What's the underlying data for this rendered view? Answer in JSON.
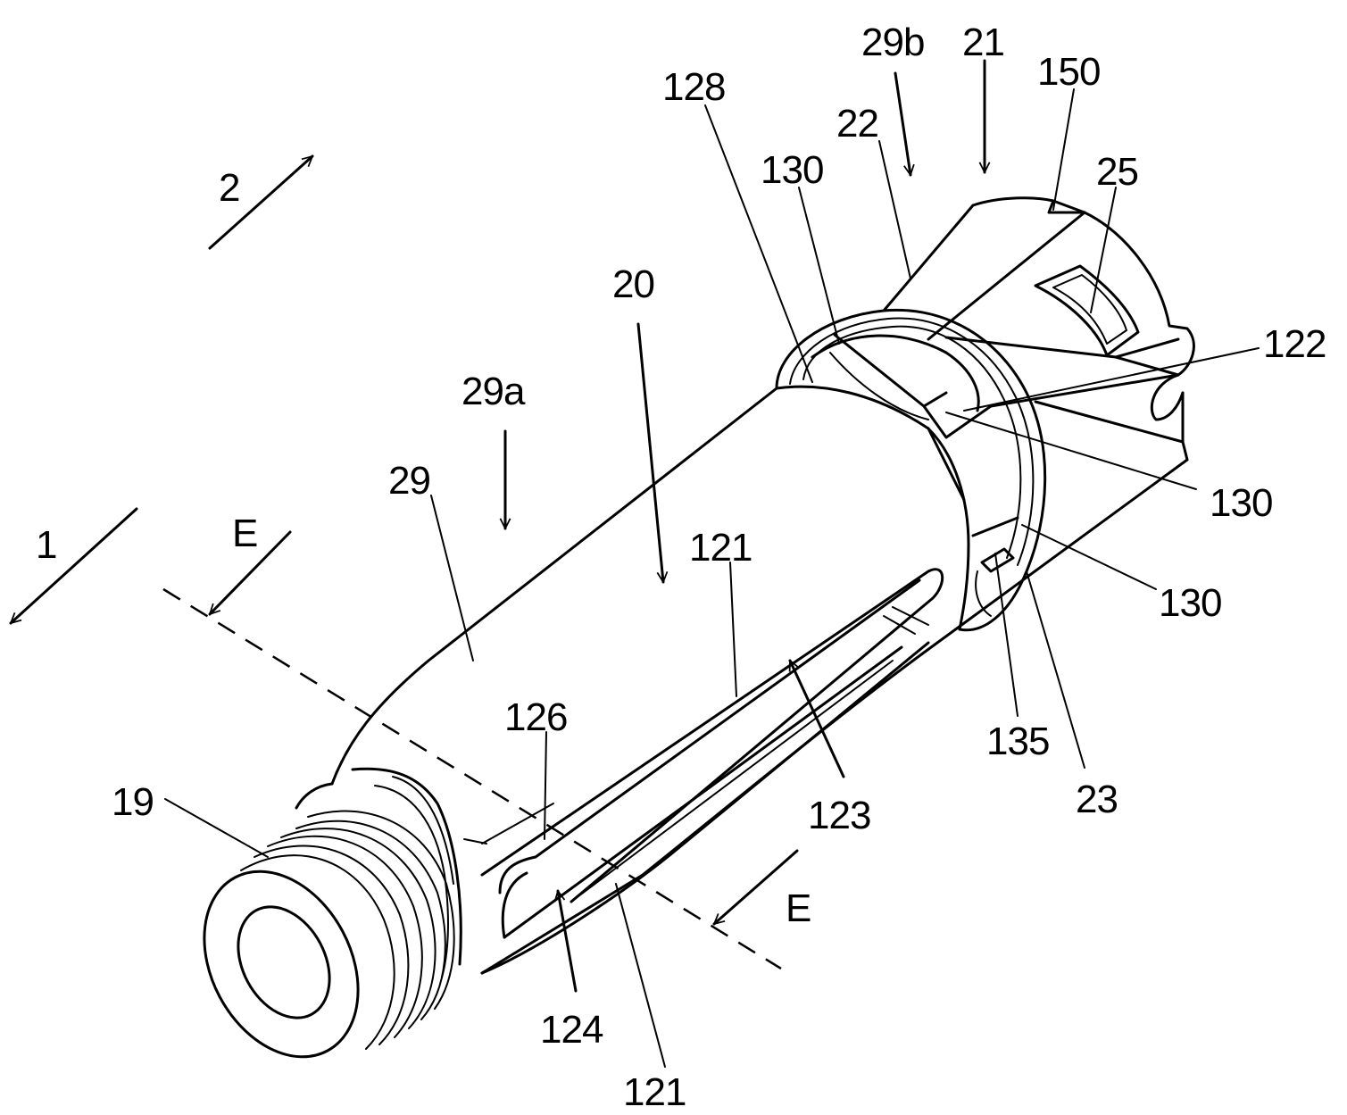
{
  "labels": {
    "l1": "1",
    "l2": "2",
    "l19": "19",
    "l20": "20",
    "l21": "21",
    "l22": "22",
    "l23": "23",
    "l25": "25",
    "l29": "29",
    "l29a": "29a",
    "l29b": "29b",
    "l121a": "121",
    "l121b": "121",
    "l122": "122",
    "l123": "123",
    "l124": "124",
    "l126": "126",
    "l128": "128",
    "l130a": "130",
    "l130b": "130",
    "l130c": "130",
    "l135": "135",
    "l150": "150",
    "lE1": "E",
    "lE2": "E"
  },
  "colors": {
    "line": "#000000",
    "background": "#ffffff"
  }
}
